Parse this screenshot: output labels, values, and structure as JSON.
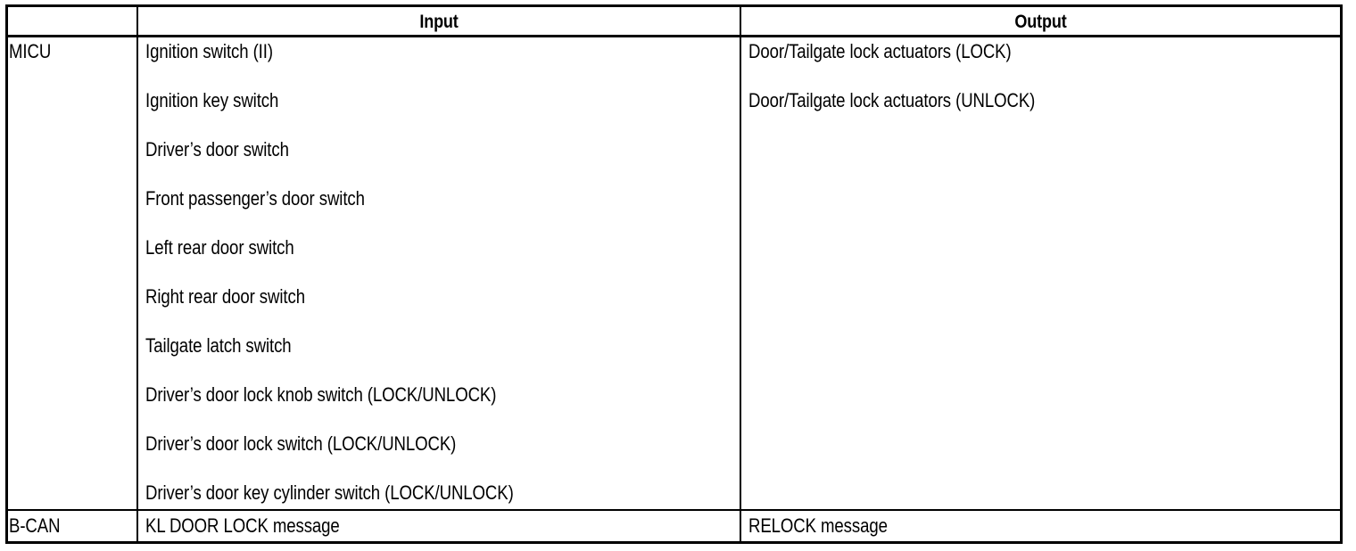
{
  "table": {
    "headers": {
      "col1": "",
      "col2": "Input",
      "col3": "Output"
    },
    "rows": [
      {
        "source": "MICU",
        "inputs": [
          "Ignition switch (II)",
          "Ignition key switch",
          "Driver’s door switch",
          "Front passenger’s door switch",
          "Left rear door switch",
          "Right rear door switch",
          "Tailgate latch switch",
          "Driver’s door lock knob switch (LOCK/UNLOCK)",
          "Driver’s door lock switch (LOCK/UNLOCK)",
          "Driver’s door key cylinder switch (LOCK/UNLOCK)"
        ],
        "outputs": [
          "Door/Tailgate lock actuators (LOCK)",
          "Door/Tailgate lock actuators (UNLOCK)"
        ]
      },
      {
        "source": "B-CAN",
        "inputs": [
          "KL DOOR LOCK message"
        ],
        "outputs": [
          "RELOCK message"
        ]
      }
    ]
  },
  "colors": {
    "border": "#000000",
    "text": "#000000",
    "background": "#ffffff"
  }
}
